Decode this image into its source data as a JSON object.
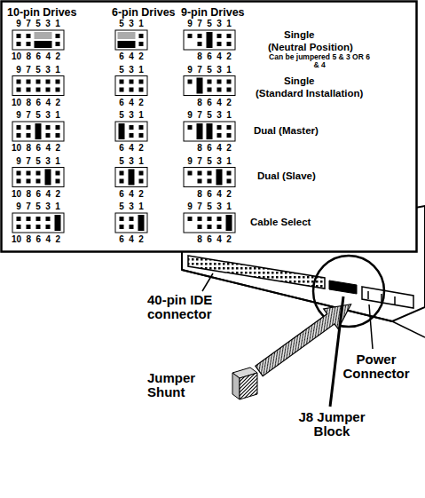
{
  "diagram": {
    "labels": [
      "10-pin Drives",
      "6-pin Drives",
      "9-pin Drives",
      "9 7 5 3 1",
      "10 8 6 4 2",
      "5 3 1",
      "6 4 2",
      "9 7 5 3 1",
      "8 6 4 2",
      "Single",
      "(Neutral Position)",
      "Can be jumpered 5 & 3 OR 6 & 4",
      "9 7 5 3 1",
      "10 8 6 4 2",
      "5 3 1",
      "6 4 2",
      "9 7 5 3 1",
      "8 6 4 2",
      "Single",
      "(Standard Installation)",
      "9 7 5 3 1",
      "10 8 6 4 2",
      "5 3 1",
      "6 4 2",
      "9 7 5 3 1",
      "8 6 4 2",
      "Dual (Master)",
      "9 7 5 3 1",
      "10 8 6 4 2",
      "5 3 1",
      "6 4 2",
      "9 7 5 3 1",
      "8 6 4 2",
      "Dual (Slave)",
      "9 7 5 3 1",
      "10 8 6 4 2",
      "5 3 1",
      "6 4 2",
      "9 7 5 3 1",
      "8 6 4 2",
      "Cable Select",
      "40-pin IDE connector",
      "Jumper Shunt",
      "Power Connector",
      "J8 Jumper Block"
    ]
  }
}
